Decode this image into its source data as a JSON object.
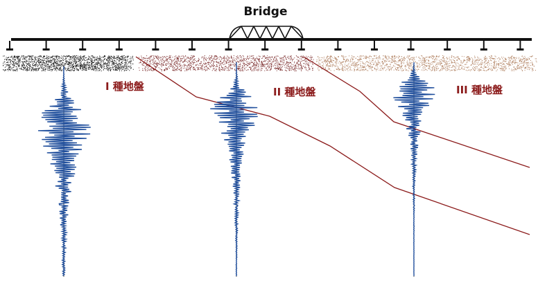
{
  "diagram": {
    "title": "Bridge",
    "ground_types": [
      {
        "label": "I 種地盤",
        "soil_color": "#111111"
      },
      {
        "label": "II 種地盤",
        "soil_color": "#7a2a2a"
      },
      {
        "label": "III 種地盤",
        "soil_color": "#b08060"
      }
    ],
    "colors": {
      "deck": "#111111",
      "truss": "#111111",
      "pier": "#111111",
      "boundary_line": "#8b1a1a",
      "waveform": "#1f4e9c",
      "waveform_axis": "#1a1a1a",
      "label": "#8b1a1a"
    },
    "pier_count": 15
  }
}
